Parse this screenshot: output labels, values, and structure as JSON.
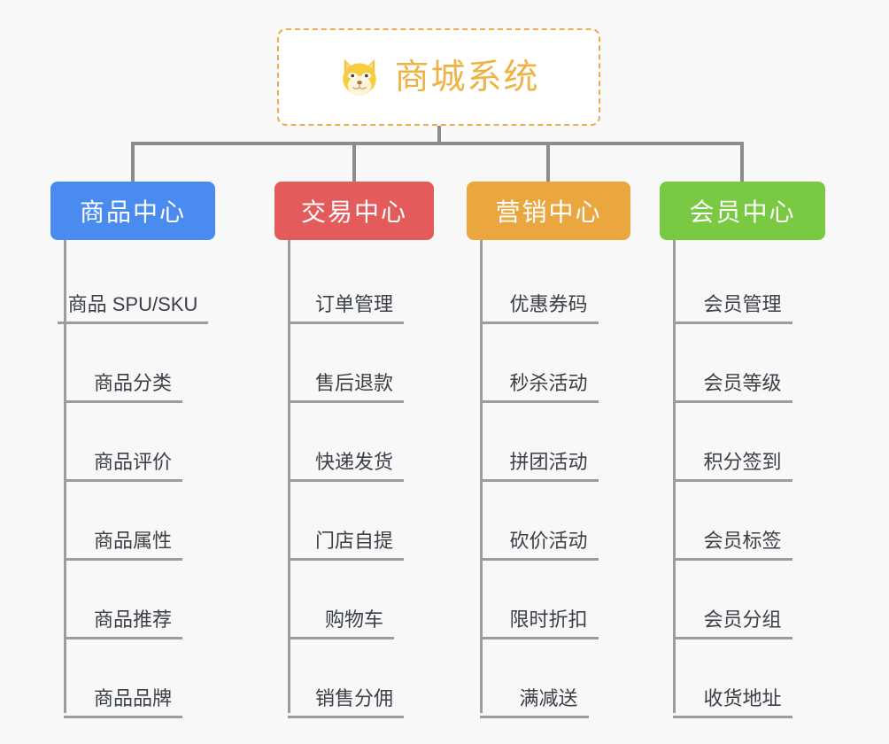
{
  "diagram": {
    "title": "商城系统",
    "root_icon": "shiba-dog-icon",
    "colors": {
      "background": "#f8f8f8",
      "root_border": "#ecab4e",
      "root_text": "#eeb344",
      "connector": "#8c8c8c",
      "leaf_line": "#9c9c9c",
      "leaf_text": "#3b4046"
    },
    "branches": [
      {
        "label": "商品中心",
        "color": "#4a8bf0",
        "items": [
          "商品 SPU/SKU",
          "商品分类",
          "商品评价",
          "商品属性",
          "商品推荐",
          "商品品牌"
        ]
      },
      {
        "label": "交易中心",
        "color": "#e35b5b",
        "items": [
          "订单管理",
          "售后退款",
          "快递发货",
          "门店自提",
          "购物车",
          "销售分佣"
        ]
      },
      {
        "label": "营销中心",
        "color": "#eaa73f",
        "items": [
          "优惠券码",
          "秒杀活动",
          "拼团活动",
          "砍价活动",
          "限时折扣",
          "满减送"
        ]
      },
      {
        "label": "会员中心",
        "color": "#7ac943",
        "items": [
          "会员管理",
          "会员等级",
          "积分签到",
          "会员标签",
          "会员分组",
          "收货地址"
        ]
      }
    ]
  }
}
